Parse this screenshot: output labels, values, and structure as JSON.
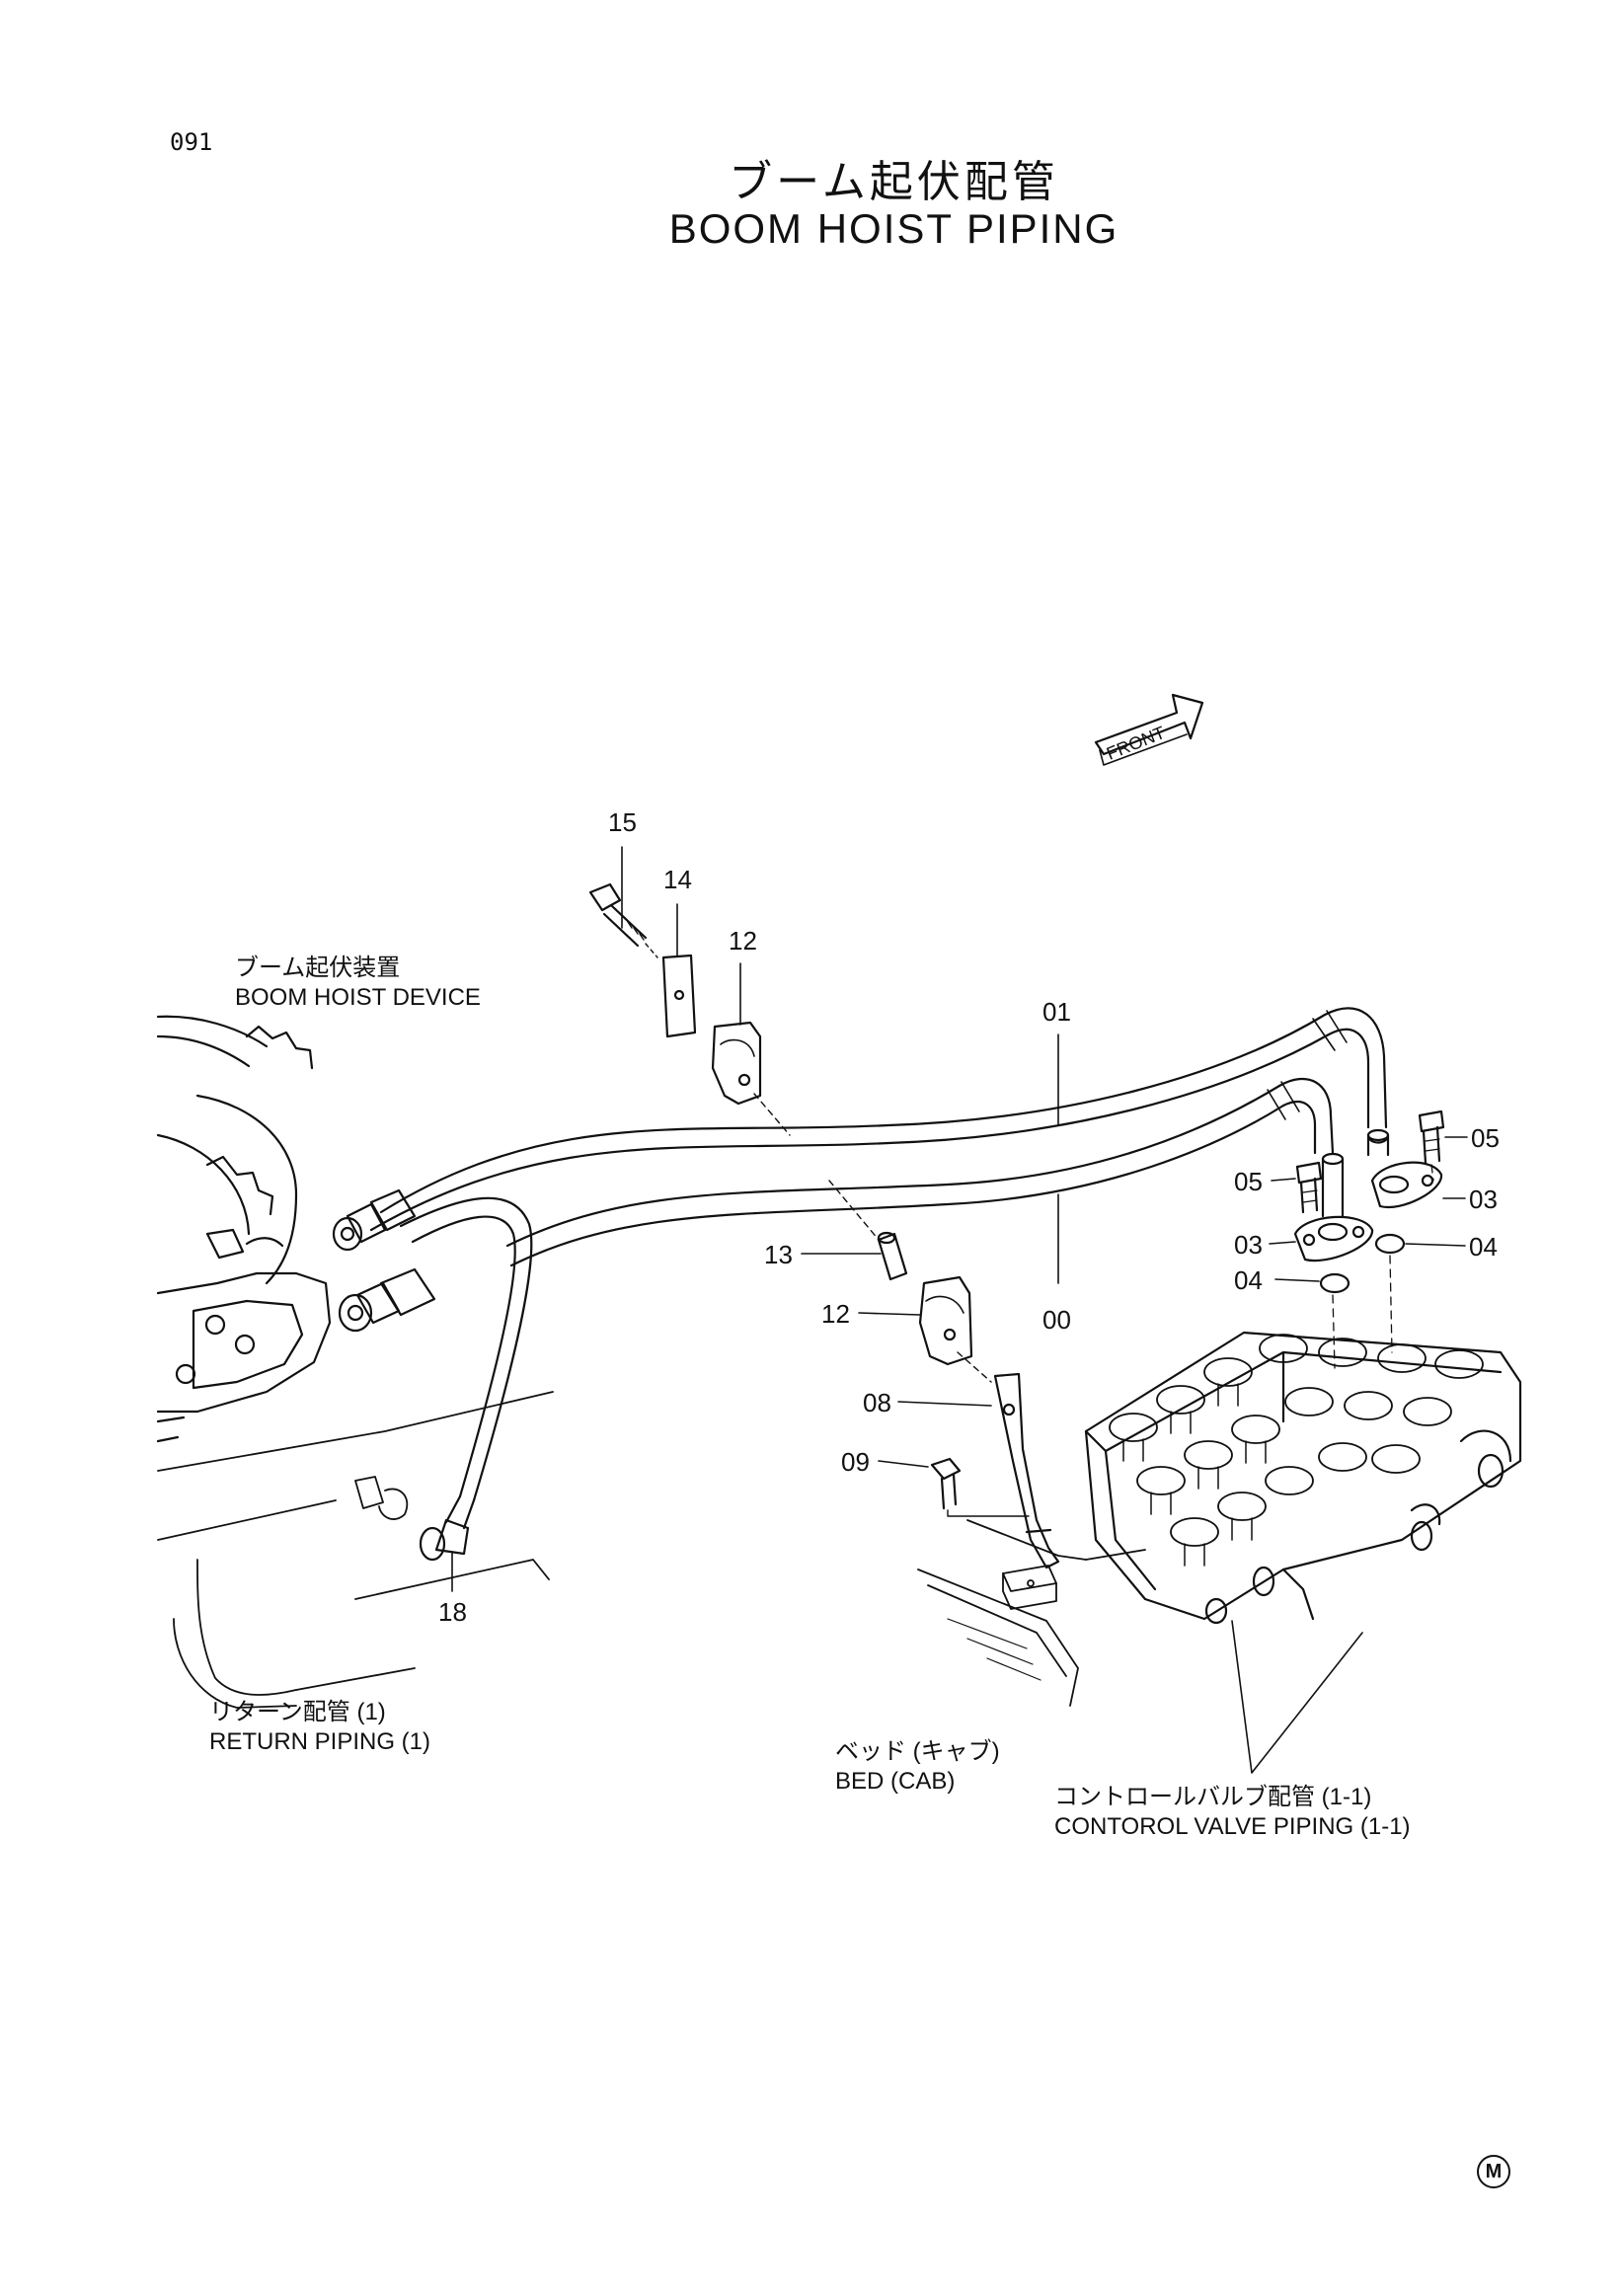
{
  "page": {
    "number": "091",
    "title_jp": "ブーム起伏配管",
    "title_en": "BOOM HOIST PIPING",
    "mark": "M"
  },
  "direction_arrow": {
    "label": "FRONT"
  },
  "assemblies": {
    "boom_hoist_device": {
      "jp": "ブーム起伏装置",
      "en": "BOOM HOIST DEVICE"
    },
    "return_piping": {
      "jp": "リターン配管 (1)",
      "en": "RETURN PIPING (1)"
    },
    "bed_cab": {
      "jp": "ベッド (キャブ)",
      "en": "BED (CAB)"
    },
    "control_valve_piping": {
      "jp": "コントロールバルブ配管 (1-1)",
      "en": "CONTOROL VALVE PIPING (1-1)"
    }
  },
  "callouts": {
    "c15": "15",
    "c14": "14",
    "c12_top": "12",
    "c01": "01",
    "c00": "00",
    "c13": "13",
    "c12_bottom": "12",
    "c08": "08",
    "c09": "09",
    "c18": "18",
    "c05_right": "05",
    "c05_left": "05",
    "c03_right": "03",
    "c03_left": "03",
    "c04_right": "04",
    "c04_left": "04"
  },
  "colors": {
    "ink": "#111111",
    "paper": "#ffffff"
  }
}
